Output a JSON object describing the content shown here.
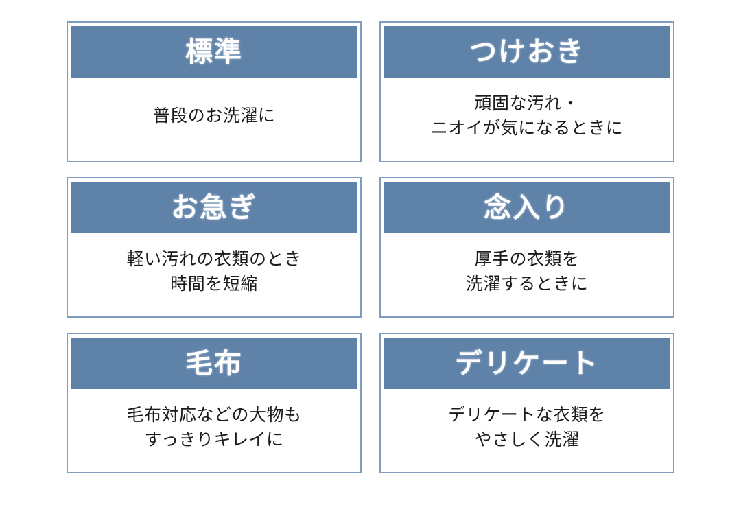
{
  "theme": {
    "background": "#ffffff",
    "card_border": "#7f9dc0",
    "header_band": "#5f82a9",
    "header_text": "#ffffff",
    "body_text": "#1b1b1b",
    "divider": "#b9b9b9"
  },
  "cards": [
    {
      "title": "標準",
      "lines": [
        "普段のお洗濯に"
      ]
    },
    {
      "title": "つけおき",
      "lines": [
        "頑固な汚れ・",
        "ニオイが気になるときに"
      ]
    },
    {
      "title": "お急ぎ",
      "lines": [
        "軽い汚れの衣類のとき",
        "時間を短縮"
      ]
    },
    {
      "title": "念入り",
      "lines": [
        "厚手の衣類を",
        "洗濯するときに"
      ]
    },
    {
      "title": "毛布",
      "lines": [
        "毛布対応などの大物も",
        "すっきりキレイに"
      ]
    },
    {
      "title": "デリケート",
      "lines": [
        "デリケートな衣類を",
        "やさしく洗濯"
      ]
    }
  ]
}
